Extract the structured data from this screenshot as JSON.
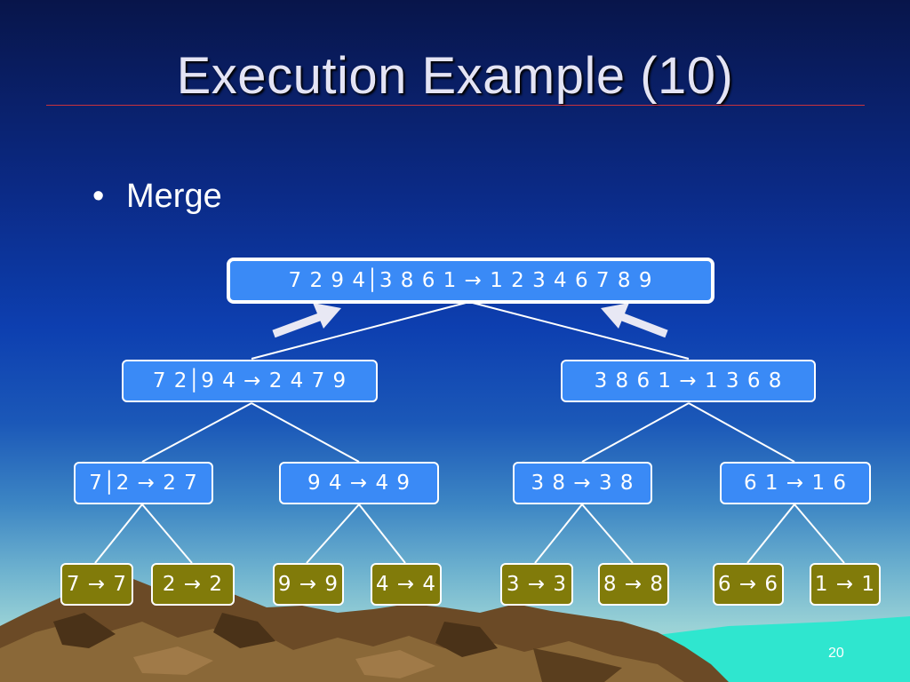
{
  "slide": {
    "title": "Execution Example (10)",
    "bullet": "Merge",
    "number": "20"
  },
  "tree": {
    "root": "7 2 9 4│3 8 6 1 → 1 2 3 4 6 7 8 9",
    "level1": [
      "7 2│9 4 → 2 4 7 9",
      "3 8 6 1 → 1 3 6 8"
    ],
    "level2": [
      "7│2 → 2 7",
      "9 4 → 4 9",
      "3 8 → 3 8",
      "6 1 → 1 6"
    ],
    "leaves": [
      "7 → 7",
      "2 → 2",
      "9 → 9",
      "4 → 4",
      "3 → 3",
      "8 → 8",
      "6 → 6",
      "1 → 1"
    ]
  },
  "colors": {
    "node_blue": "#3a8af6",
    "leaf_olive": "#817b0a",
    "title_rule": "#c8323c"
  }
}
